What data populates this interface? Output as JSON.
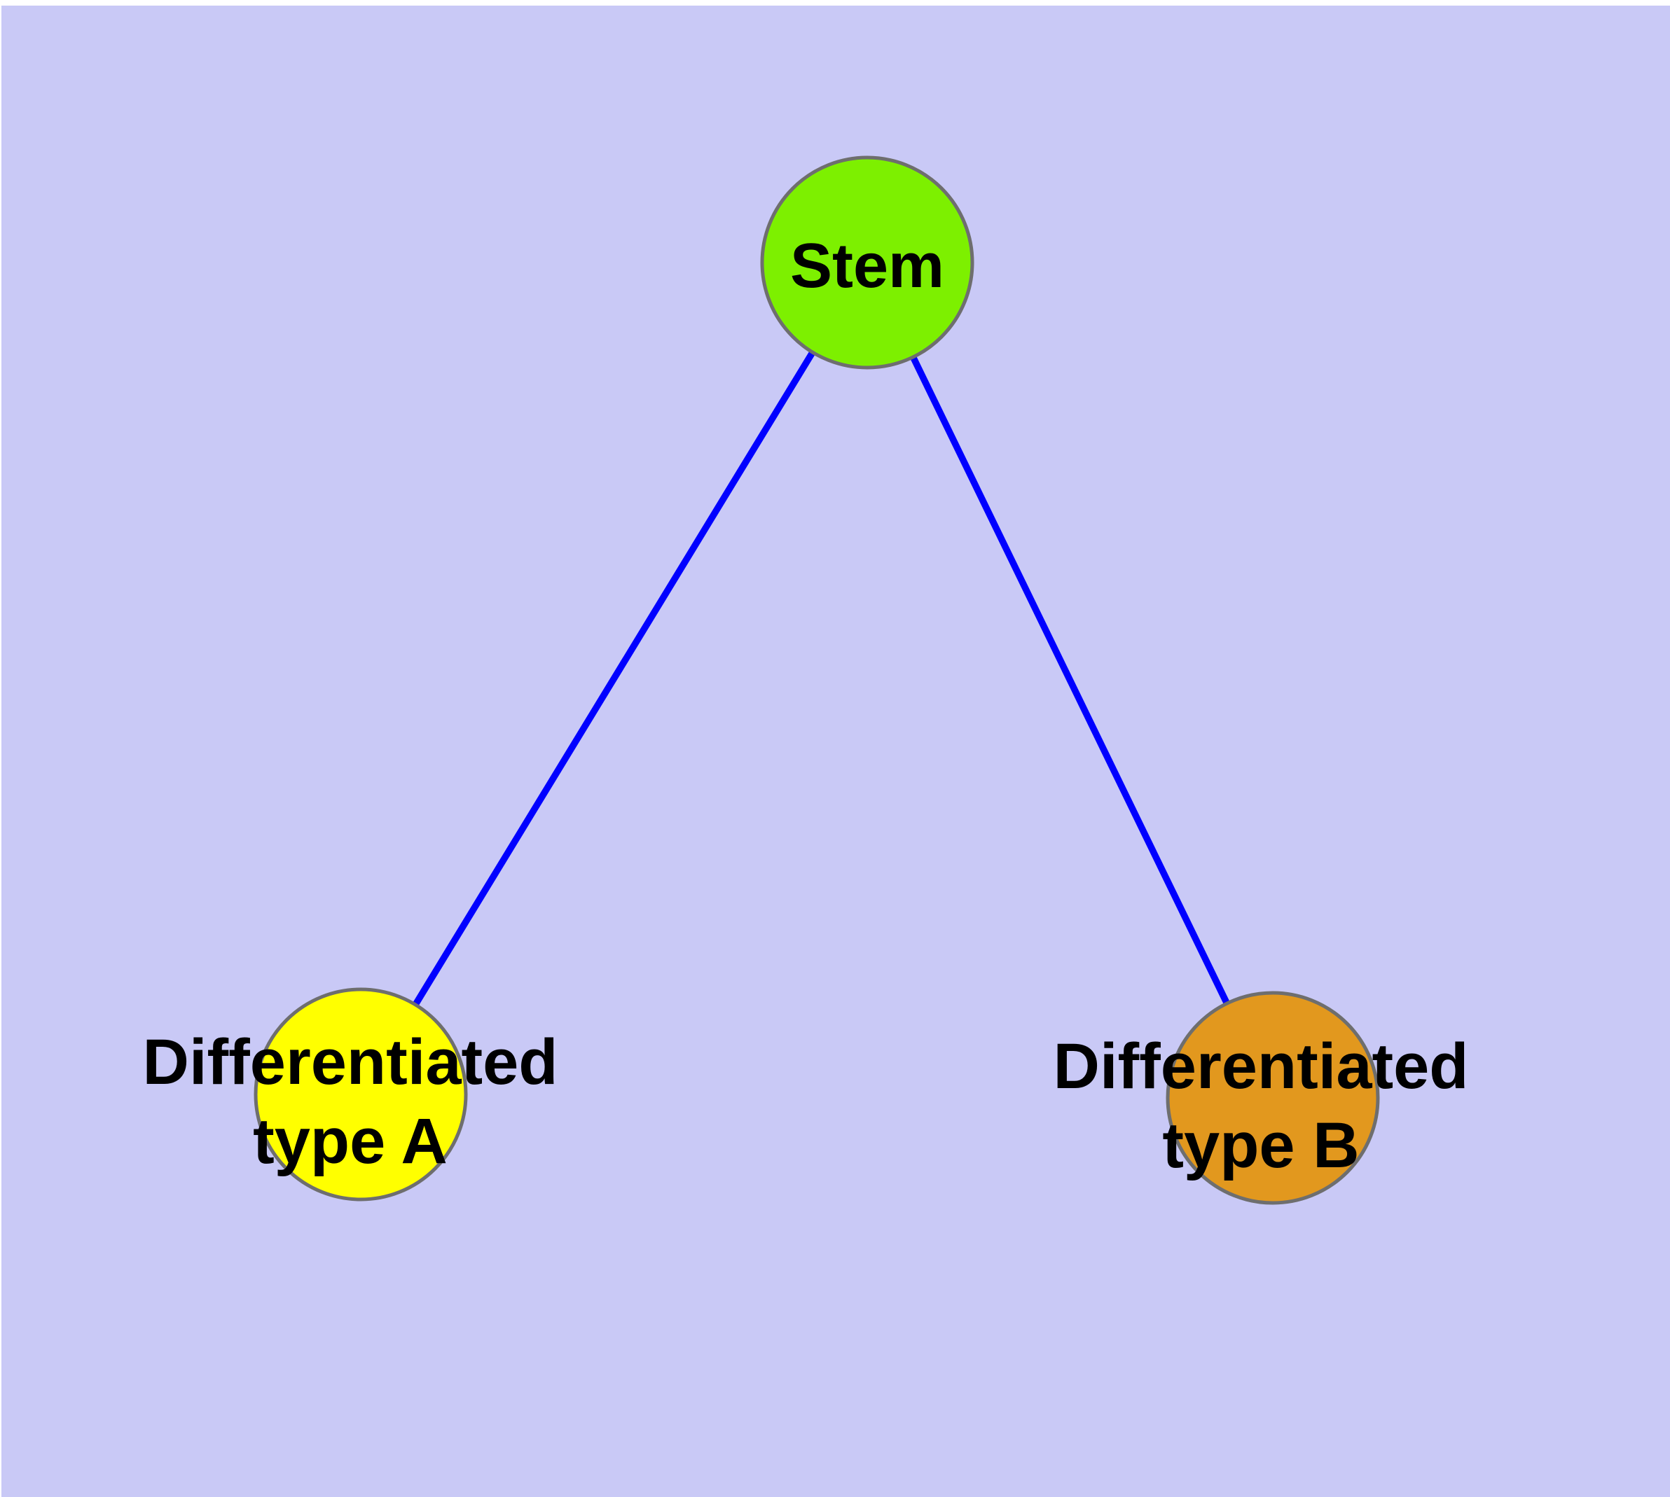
{
  "diagram": {
    "type": "node-link-graph",
    "background_color": "#C9C9F6",
    "page_margin_color": "#FFFFFF",
    "edge_color": "#0000FF",
    "node_border_color": "#6E6E6E",
    "nodes": {
      "stem": {
        "label": "Stem",
        "fill": "#7DF000"
      },
      "type_a": {
        "label_line1": "Differentiated",
        "label_line2": "type A",
        "fill": "#FFFF00"
      },
      "type_b": {
        "label_line1": "Differentiated",
        "label_line2": "type B",
        "fill": "#E2981E"
      }
    },
    "edges": [
      {
        "from": "Stem",
        "to": "Differentiated type A"
      },
      {
        "from": "Stem",
        "to": "Differentiated type B"
      }
    ]
  }
}
